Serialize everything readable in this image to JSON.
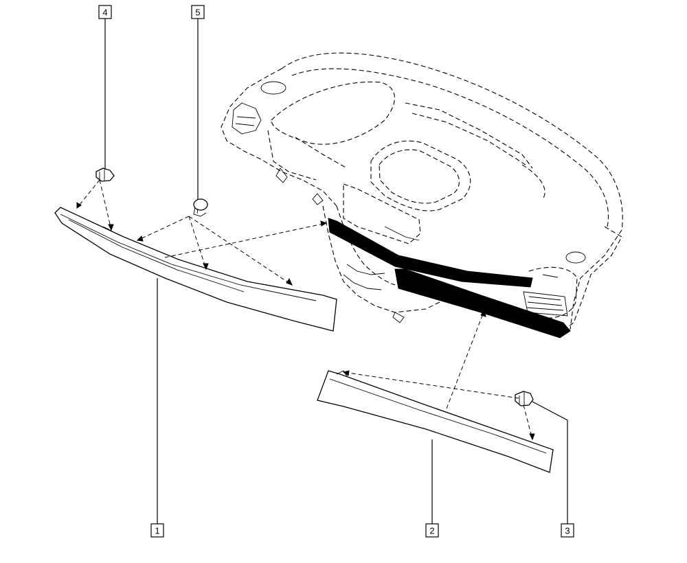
{
  "callouts": [
    {
      "id": "1",
      "label": "1"
    },
    {
      "id": "2",
      "label": "2"
    },
    {
      "id": "3",
      "label": "3"
    },
    {
      "id": "4",
      "label": "4"
    },
    {
      "id": "5",
      "label": "5"
    }
  ],
  "colors": {
    "line": "#000000",
    "background": "#ffffff",
    "highlight": "#000000"
  }
}
